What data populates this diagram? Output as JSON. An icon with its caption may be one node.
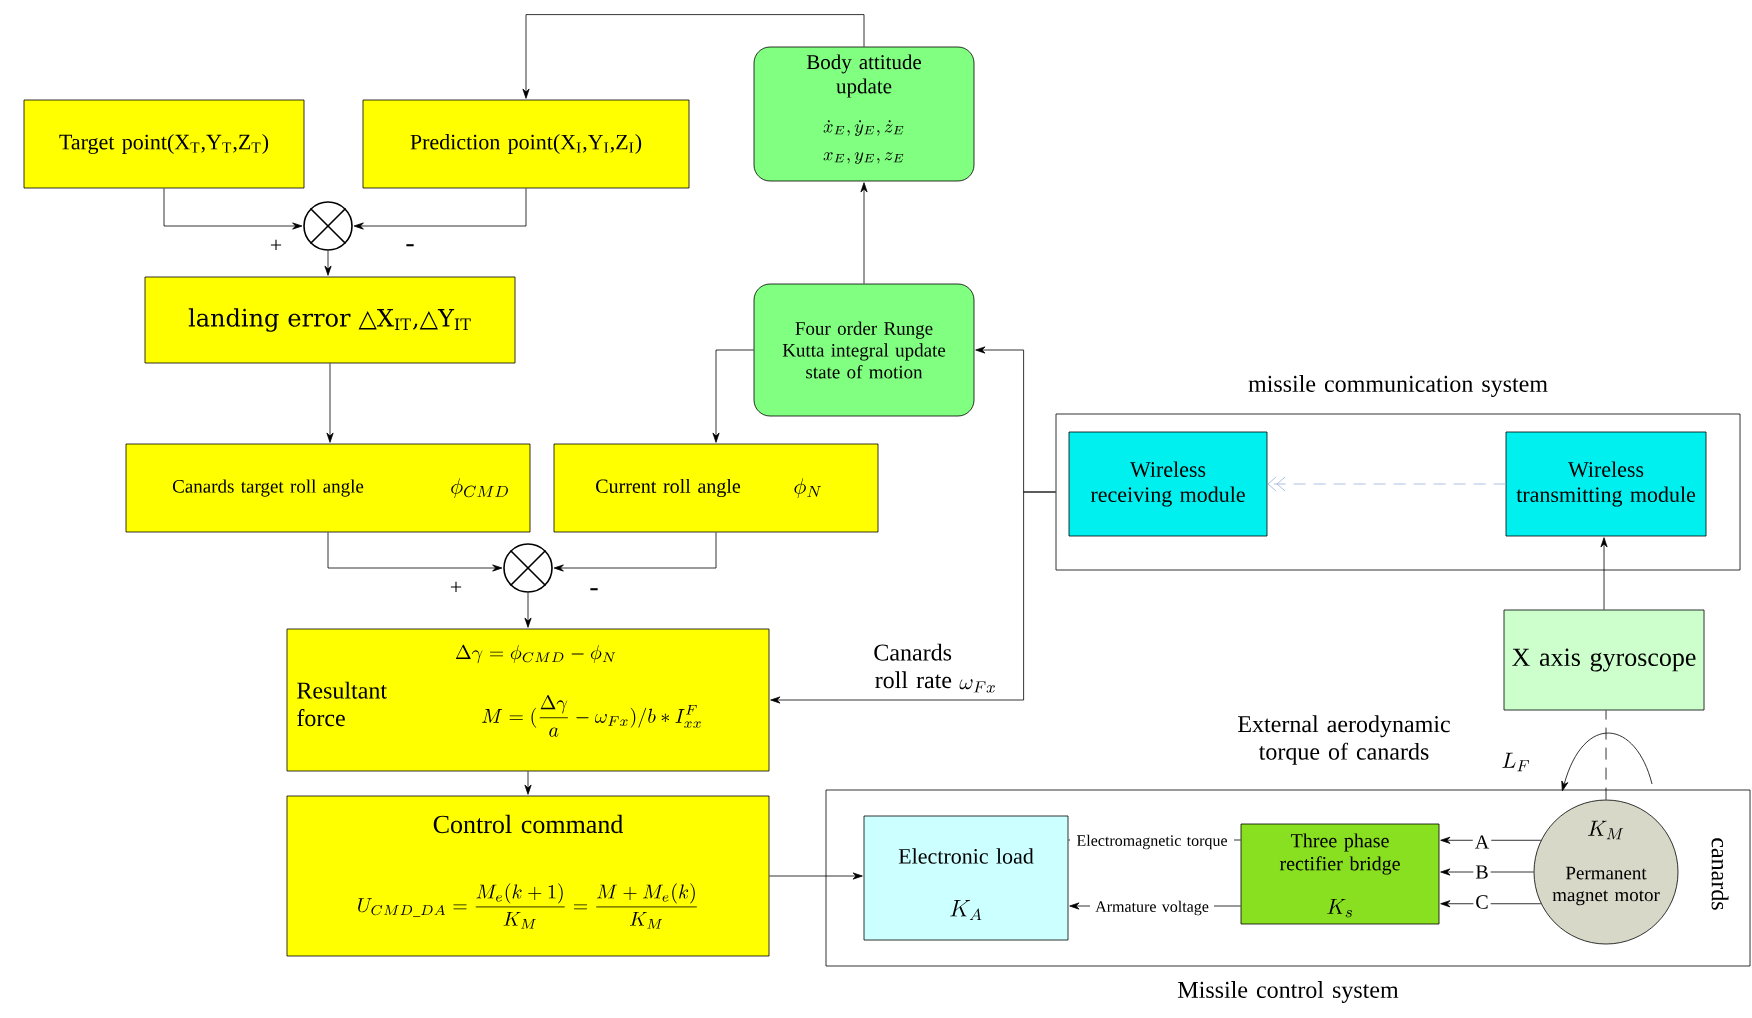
{
  "diagram": {
    "nodes": [
      {
        "text": [
          "Target point(X$_{T}$,Y$_{T}$,Z$_{T}$)"
        ]
      },
      {
        "text": [
          "Prediction point(X$_{I}$,Y$_{I}$,Z$_{I}$)"
        ]
      },
      {
        "text": [],
        "shape": "circle"
      },
      {
        "text": [
          "landing error △X$_{IT}$,△Y$_{IT}$"
        ]
      },
      {
        "text": [
          "Canards target roll angle",
          "\\phi_{CMD}"
        ]
      },
      {
        "text": [
          "Current roll angle",
          "\\phi_{N}"
        ]
      },
      {
        "text": [],
        "shape": "circle"
      },
      {
        "text": [
          "Resultant force",
          "\\Delta\\gamma = \\phi_{CMD} - \\phi_{N}",
          "M = (\\frac{\\Delta\\gamma}{a} - \\omega_{Fx}) / b * I_{xx}^{F}"
        ]
      },
      {
        "text": [
          "Control command",
          "U_{CMD\\_DA} = \\frac{M_{e}(k+1)}{K_{M}} = \\frac{M + M_{e}(k)}{K_{M}}"
        ]
      },
      {
        "text": [
          "Body attitude update",
          "\\dot{x}_{E}, \\dot{y}_{E}, \\dot{z}_{E}",
          "x_{E}, y_{E}, z_{E}"
        ]
      },
      {
        "text": [
          "Four order Runge Kutta integral update state of motion"
        ]
      },
      {
        "text": [
          "missile communication system"
        ]
      },
      {
        "text": [
          "Wireless receiving module"
        ],
        "in": 11
      },
      {
        "text": [
          "Wireless transmitting module"
        ],
        "in": 11
      },
      {
        "text": [
          "X axis gyroscope"
        ]
      },
      {
        "text": [
          "Missile control system"
        ]
      },
      {
        "text": [
          "Electronic load",
          "K_{A}"
        ],
        "in": 15
      },
      {
        "text": [
          "Three phase rectifier bridge",
          "K_{s}"
        ],
        "in": 15
      },
      {
        "text": [
          "K_{M}",
          "Permanent magnet motor"
        ],
        "in": 15
      }
    ],
    "edges": [
      {
        "from": 9,
        "to": 1,
        "arrow": "to"
      },
      {
        "from": 0,
        "to": 2,
        "arrow": "to",
        "label": "+"
      },
      {
        "from": 1,
        "to": 2,
        "arrow": "to",
        "label": "-"
      },
      {
        "from": 2,
        "to": 3,
        "arrow": "to"
      },
      {
        "from": 3,
        "to": 4,
        "arrow": "to"
      },
      {
        "from": 10,
        "to": 9,
        "arrow": "to"
      },
      {
        "from": 10,
        "to": 5,
        "arrow": "to"
      },
      {
        "from": 4,
        "to": 6,
        "arrow": "to",
        "label": "+"
      },
      {
        "from": 5,
        "to": 6,
        "arrow": "to",
        "label": "-"
      },
      {
        "from": 6,
        "to": 7,
        "arrow": "to"
      },
      {
        "from": 11,
        "to": 10,
        "arrow": "to"
      },
      {
        "from": 11,
        "to": 7,
        "arrow": "to",
        "label": "Canards roll rate"
      },
      {
        "from": 7,
        "to": 8,
        "arrow": "to"
      },
      {
        "from": 8,
        "to": 16,
        "arrow": "to"
      },
      {
        "from": 13,
        "to": 12,
        "arrow": "to",
        "style": "dashed",
        "color": "#9bb0d8"
      },
      {
        "from": 14,
        "to": 13,
        "arrow": "to"
      },
      {
        "from": 18,
        "to": 14,
        "arrow": "none",
        "style": "dashed"
      },
      {
        "from": 18,
        "to": 17,
        "arrow": "to",
        "label": "A"
      },
      {
        "from": 18,
        "to": 17,
        "arrow": "to",
        "label": "B"
      },
      {
        "from": 18,
        "to": 17,
        "arrow": "to",
        "label": "C"
      },
      {
        "from": 17,
        "to": 16,
        "arrow": "none",
        "label": "Electromagnetic torque"
      },
      {
        "from": 17,
        "to": 16,
        "arrow": "to",
        "label": "Armature voltage"
      }
    ],
    "labels": [
      "External aerodynamic torque of canards",
      "L_{F}",
      "canards",
      "\\omega_{Fx}"
    ]
  }
}
